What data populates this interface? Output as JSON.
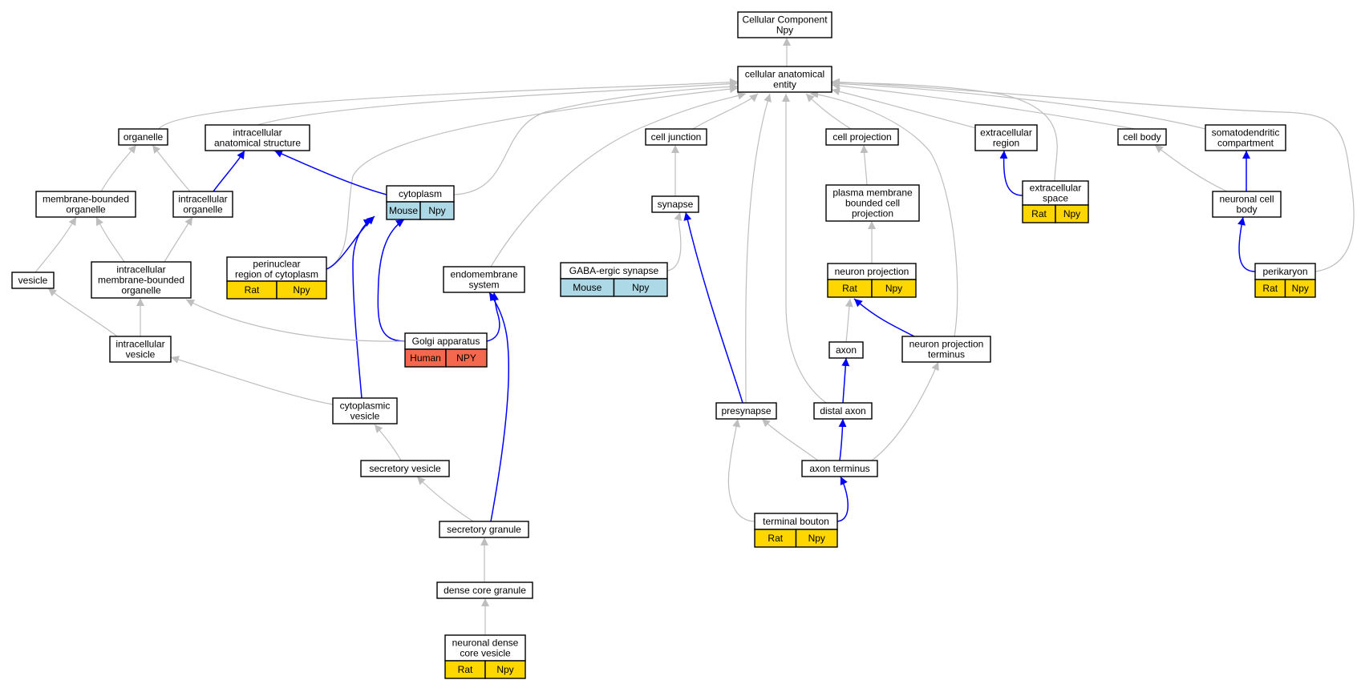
{
  "colors": {
    "grey_edge": "#bebebe",
    "blue_edge": "#0000ff",
    "node_fill": "#ffffff",
    "node_stroke": "#000000",
    "mouse": "#add8e6",
    "rat": "#ffd700",
    "human": "#f4694d"
  },
  "nodes": [
    {
      "id": "root",
      "lines": [
        "Cellular Component",
        "Npy"
      ]
    },
    {
      "id": "cae",
      "lines": [
        "cellular anatomical",
        "entity"
      ]
    },
    {
      "id": "organelle",
      "lines": [
        "organelle"
      ]
    },
    {
      "id": "ias",
      "lines": [
        "intracellular",
        "anatomical structure"
      ]
    },
    {
      "id": "cell_junction",
      "lines": [
        "cell junction"
      ]
    },
    {
      "id": "cell_projection",
      "lines": [
        "cell projection"
      ]
    },
    {
      "id": "extracellular_region",
      "lines": [
        "extracellular",
        "region"
      ]
    },
    {
      "id": "cell_body",
      "lines": [
        "cell body"
      ]
    },
    {
      "id": "somatodendritic",
      "lines": [
        "somatodendritic",
        "compartment"
      ]
    },
    {
      "id": "mbo",
      "lines": [
        "membrane-bounded",
        "organelle"
      ]
    },
    {
      "id": "io",
      "lines": [
        "intracellular",
        "organelle"
      ]
    },
    {
      "id": "cytoplasm",
      "lines": [
        "cytoplasm"
      ],
      "annot": [
        "Mouse",
        "Npy"
      ],
      "annot_color": "mouse"
    },
    {
      "id": "synapse",
      "lines": [
        "synapse"
      ]
    },
    {
      "id": "pmbcp",
      "lines": [
        "plasma membrane",
        "bounded cell",
        "projection"
      ]
    },
    {
      "id": "extracellular_space",
      "lines": [
        "extracellular",
        "space"
      ],
      "annot": [
        "Rat",
        "Npy"
      ],
      "annot_color": "rat"
    },
    {
      "id": "neuronal_cell_body",
      "lines": [
        "neuronal cell",
        "body"
      ]
    },
    {
      "id": "vesicle",
      "lines": [
        "vesicle"
      ]
    },
    {
      "id": "imbo",
      "lines": [
        "intracellular",
        "membrane-bounded",
        "organelle"
      ]
    },
    {
      "id": "perinuclear",
      "lines": [
        "perinuclear",
        "region of cytoplasm"
      ],
      "annot": [
        "Rat",
        "Npy"
      ],
      "annot_color": "rat"
    },
    {
      "id": "endomembrane",
      "lines": [
        "endomembrane",
        "system"
      ]
    },
    {
      "id": "gaba_synapse",
      "lines": [
        "GABA-ergic synapse"
      ],
      "annot": [
        "Mouse",
        "Npy"
      ],
      "annot_color": "mouse"
    },
    {
      "id": "neuron_projection",
      "lines": [
        "neuron projection"
      ],
      "annot": [
        "Rat",
        "Npy"
      ],
      "annot_color": "rat"
    },
    {
      "id": "perikaryon",
      "lines": [
        "perikaryon"
      ],
      "annot": [
        "Rat",
        "Npy"
      ],
      "annot_color": "rat"
    },
    {
      "id": "intracellular_vesicle",
      "lines": [
        "intracellular",
        "vesicle"
      ]
    },
    {
      "id": "golgi",
      "lines": [
        "Golgi apparatus"
      ],
      "annot": [
        "Human",
        "NPY"
      ],
      "annot_color": "human"
    },
    {
      "id": "axon",
      "lines": [
        "axon"
      ]
    },
    {
      "id": "npt",
      "lines": [
        "neuron projection",
        "terminus"
      ]
    },
    {
      "id": "cytoplasmic_vesicle",
      "lines": [
        "cytoplasmic",
        "vesicle"
      ]
    },
    {
      "id": "presynapse",
      "lines": [
        "presynapse"
      ]
    },
    {
      "id": "distal_axon",
      "lines": [
        "distal axon"
      ]
    },
    {
      "id": "secretory_vesicle",
      "lines": [
        "secretory vesicle"
      ]
    },
    {
      "id": "axon_terminus",
      "lines": [
        "axon terminus"
      ]
    },
    {
      "id": "terminal_bouton",
      "lines": [
        "terminal bouton"
      ],
      "annot": [
        "Rat",
        "Npy"
      ],
      "annot_color": "rat"
    },
    {
      "id": "secretory_granule",
      "lines": [
        "secretory granule"
      ]
    },
    {
      "id": "dcg",
      "lines": [
        "dense core granule"
      ]
    },
    {
      "id": "ndcv",
      "lines": [
        "neuronal dense",
        "core vesicle"
      ],
      "annot": [
        "Rat",
        "Npy"
      ],
      "annot_color": "rat"
    }
  ],
  "edges": [
    {
      "from": "cae",
      "to": "root",
      "color": "grey"
    },
    {
      "from": "organelle",
      "to": "cae",
      "color": "grey"
    },
    {
      "from": "ias",
      "to": "cae",
      "color": "grey"
    },
    {
      "from": "cell_junction",
      "to": "cae",
      "color": "grey"
    },
    {
      "from": "cell_projection",
      "to": "cae",
      "color": "grey"
    },
    {
      "from": "extracellular_region",
      "to": "cae",
      "color": "grey"
    },
    {
      "from": "cell_body",
      "to": "cae",
      "color": "grey"
    },
    {
      "from": "somatodendritic",
      "to": "cae",
      "color": "grey"
    },
    {
      "from": "cytoplasm",
      "to": "cae",
      "color": "grey"
    },
    {
      "from": "extracellular_space",
      "to": "cae",
      "color": "grey"
    },
    {
      "from": "perinuclear",
      "to": "cae",
      "color": "grey"
    },
    {
      "from": "endomembrane",
      "to": "cae",
      "color": "grey"
    },
    {
      "from": "perikaryon",
      "to": "cae",
      "color": "grey"
    },
    {
      "from": "npt",
      "to": "cae",
      "color": "grey"
    },
    {
      "from": "presynapse",
      "to": "cae",
      "color": "grey"
    },
    {
      "from": "distal_axon",
      "to": "cae",
      "color": "grey"
    },
    {
      "from": "mbo",
      "to": "organelle",
      "color": "grey"
    },
    {
      "from": "io",
      "to": "organelle",
      "color": "grey"
    },
    {
      "from": "io",
      "to": "ias",
      "color": "blue"
    },
    {
      "from": "cytoplasm",
      "to": "ias",
      "color": "blue"
    },
    {
      "from": "synapse",
      "to": "cell_junction",
      "color": "grey"
    },
    {
      "from": "pmbcp",
      "to": "cell_projection",
      "color": "grey"
    },
    {
      "from": "extracellular_space",
      "to": "extracellular_region",
      "color": "blue"
    },
    {
      "from": "neuronal_cell_body",
      "to": "cell_body",
      "color": "grey"
    },
    {
      "from": "neuronal_cell_body",
      "to": "somatodendritic",
      "color": "blue"
    },
    {
      "from": "vesicle",
      "to": "mbo",
      "color": "grey"
    },
    {
      "from": "imbo",
      "to": "mbo",
      "color": "grey"
    },
    {
      "from": "imbo",
      "to": "io",
      "color": "grey"
    },
    {
      "from": "perinuclear",
      "to": "cytoplasm",
      "color": "blue"
    },
    {
      "from": "golgi",
      "to": "cytoplasm",
      "color": "blue"
    },
    {
      "from": "cytoplasmic_vesicle",
      "to": "cytoplasm",
      "color": "blue"
    },
    {
      "from": "gaba_synapse",
      "to": "synapse",
      "color": "grey"
    },
    {
      "from": "presynapse",
      "to": "synapse",
      "color": "blue"
    },
    {
      "from": "neuron_projection",
      "to": "pmbcp",
      "color": "grey"
    },
    {
      "from": "perikaryon",
      "to": "neuronal_cell_body",
      "color": "blue"
    },
    {
      "from": "intracellular_vesicle",
      "to": "vesicle",
      "color": "grey"
    },
    {
      "from": "intracellular_vesicle",
      "to": "imbo",
      "color": "grey"
    },
    {
      "from": "golgi",
      "to": "imbo",
      "color": "grey"
    },
    {
      "from": "golgi",
      "to": "endomembrane",
      "color": "blue"
    },
    {
      "from": "secretory_granule",
      "to": "endomembrane",
      "color": "blue"
    },
    {
      "from": "axon",
      "to": "neuron_projection",
      "color": "grey"
    },
    {
      "from": "npt",
      "to": "neuron_projection",
      "color": "blue"
    },
    {
      "from": "cytoplasmic_vesicle",
      "to": "intracellular_vesicle",
      "color": "grey"
    },
    {
      "from": "distal_axon",
      "to": "axon",
      "color": "blue"
    },
    {
      "from": "secretory_vesicle",
      "to": "cytoplasmic_vesicle",
      "color": "grey"
    },
    {
      "from": "axon_terminus",
      "to": "presynapse",
      "color": "grey"
    },
    {
      "from": "axon_terminus",
      "to": "distal_axon",
      "color": "blue"
    },
    {
      "from": "axon_terminus",
      "to": "npt",
      "color": "grey"
    },
    {
      "from": "terminal_bouton",
      "to": "presynapse",
      "color": "grey"
    },
    {
      "from": "terminal_bouton",
      "to": "axon_terminus",
      "color": "blue"
    },
    {
      "from": "secretory_granule",
      "to": "secretory_vesicle",
      "color": "grey"
    },
    {
      "from": "dcg",
      "to": "secretory_granule",
      "color": "grey"
    },
    {
      "from": "ndcv",
      "to": "dcg",
      "color": "grey"
    }
  ]
}
